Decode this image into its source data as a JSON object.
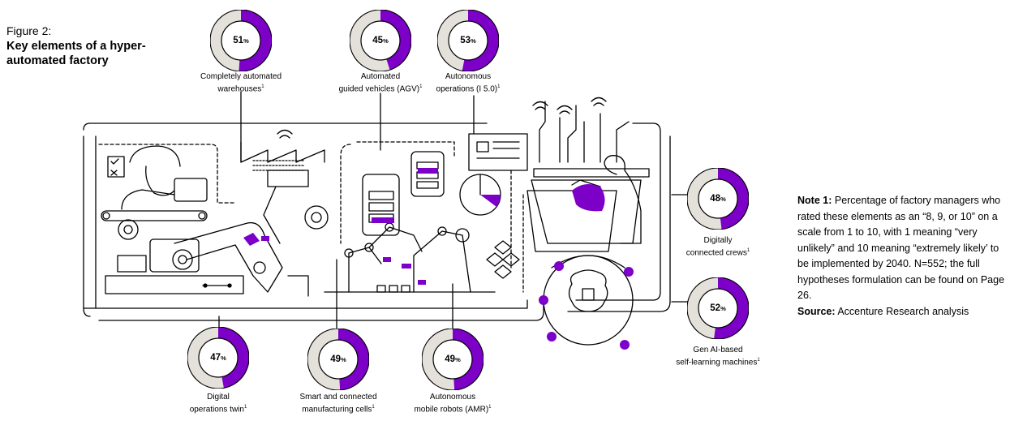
{
  "figure": {
    "label": "Figure 2:",
    "title": "Key elements of a hyper-automated factory"
  },
  "elements": [
    {
      "id": "warehouses",
      "value": 51,
      "percent_sign": "%",
      "label_line1": "Completely automated",
      "label_line2": "warehouses",
      "footnote": "1"
    },
    {
      "id": "agv",
      "value": 45,
      "percent_sign": "%",
      "label_line1": "Automated",
      "label_line2": "guided vehicles (AGV)",
      "footnote": "1"
    },
    {
      "id": "autonomous-ops",
      "value": 53,
      "percent_sign": "%",
      "label_line1": "Autonomous",
      "label_line2": "operations (I 5.0)",
      "footnote": "1"
    },
    {
      "id": "connected-crews",
      "value": 48,
      "percent_sign": "%",
      "label_line1": "Digitally",
      "label_line2": "connected crews",
      "footnote": "1"
    },
    {
      "id": "genai-machines",
      "value": 52,
      "percent_sign": "%",
      "label_line1": "Gen AI-based",
      "label_line2": "self-learning machines",
      "footnote": "1"
    },
    {
      "id": "ops-twin",
      "value": 47,
      "percent_sign": "%",
      "label_line1": "Digital",
      "label_line2": "operations twin",
      "footnote": "1"
    },
    {
      "id": "manufacturing-cells",
      "value": 49,
      "percent_sign": "%",
      "label_line1": "Smart and connected",
      "label_line2": "manufacturing cells",
      "footnote": "1"
    },
    {
      "id": "amr",
      "value": 49,
      "percent_sign": "%",
      "label_line1": "Autonomous",
      "label_line2": "mobile robots (AMR)",
      "footnote": "1"
    }
  ],
  "note": {
    "heading": "Note 1:",
    "text": "Percentage of factory managers who rated these elements as an “8, 9, or 10” on a scale from 1 to 10, with 1 meaning “very unlikely” and 10 meaning “extremely likely’ to be implemented by 2040. N=552; the full hypotheses formulation can be found on Page 26.",
    "source_heading": "Source:",
    "source_text": "Accenture Research analysis"
  },
  "colors": {
    "accent": "#7d00c8",
    "track": "#e4e1db",
    "ink": "#000000"
  }
}
